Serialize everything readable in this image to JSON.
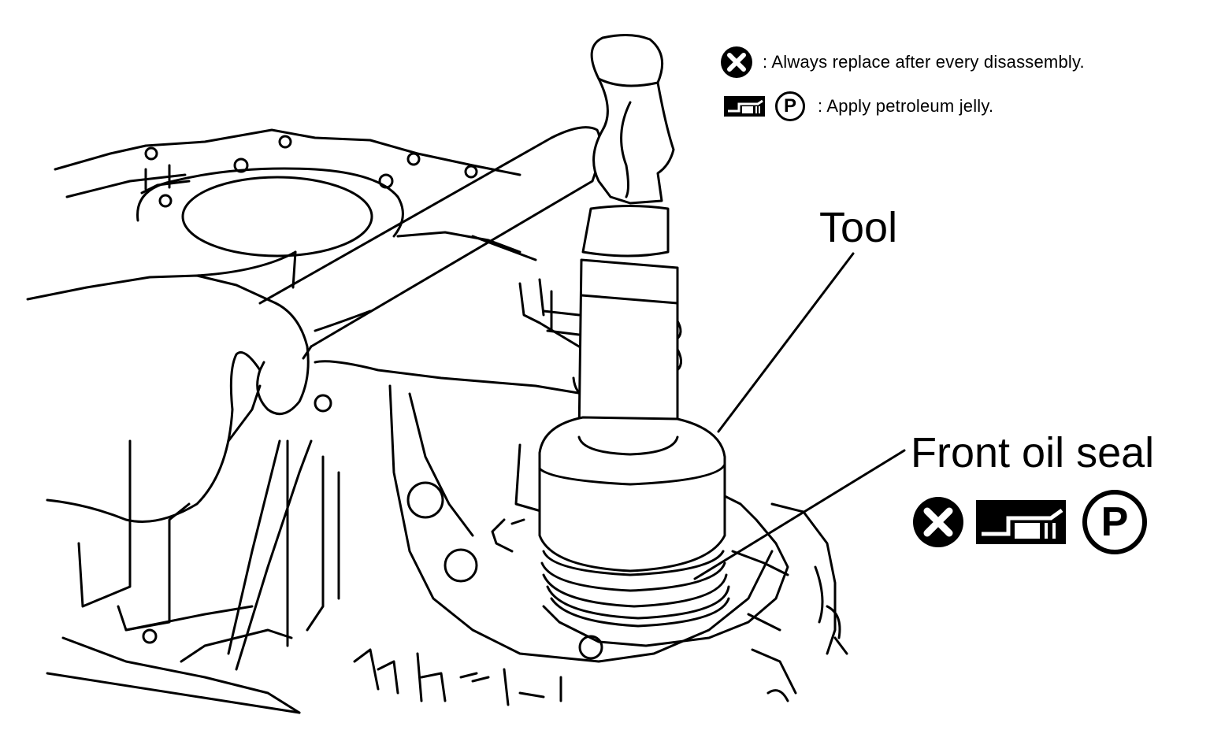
{
  "legend": {
    "replace_text": ": Always replace after every disassembly.",
    "jelly_text": ": Apply petroleum jelly.",
    "replace_icon": "x-circle-icon",
    "jelly_icon": "grease-gun-icon",
    "petroleum_icon_letter": "P"
  },
  "labels": {
    "tool": "Tool",
    "front_oil_seal": "Front oil seal"
  },
  "seal_symbols": {
    "petroleum_letter": "P"
  }
}
